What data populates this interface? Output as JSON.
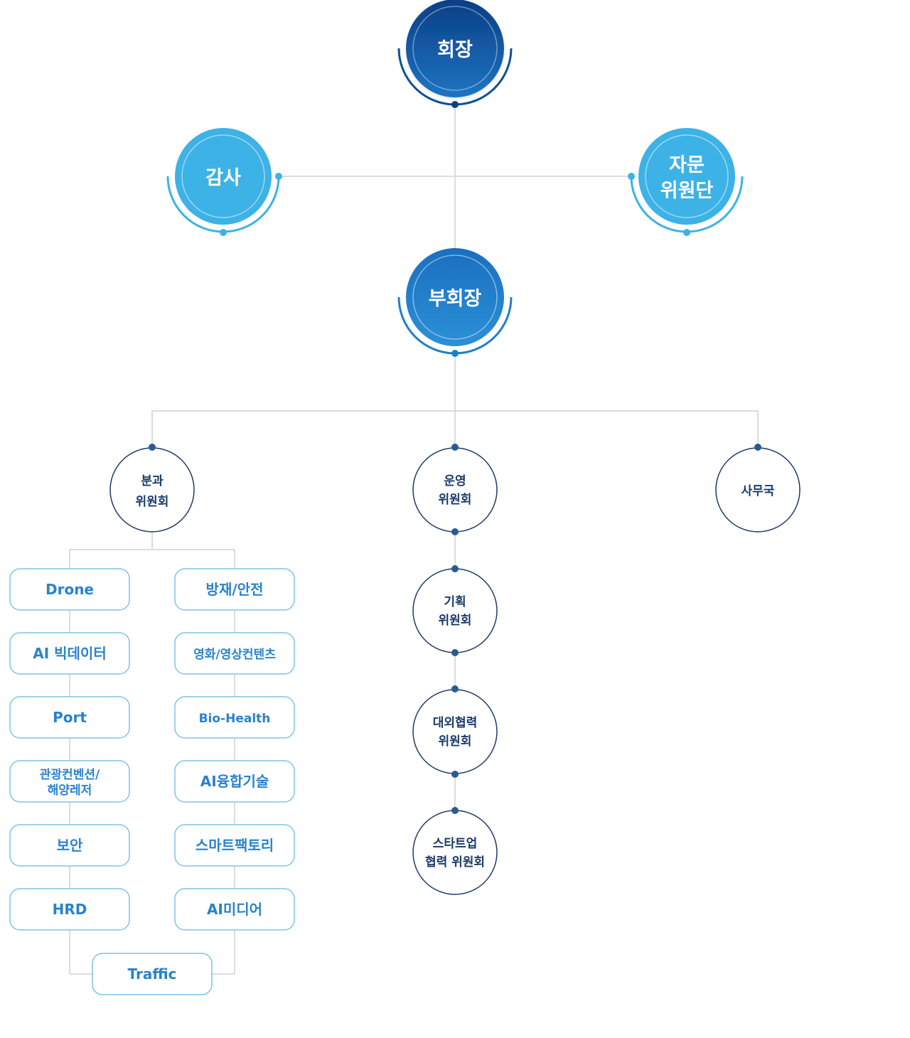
{
  "top": {
    "chairman": "회장",
    "auditor": "감사",
    "advisory": [
      "자문",
      "위원단"
    ],
    "vice_chairman": "부회장"
  },
  "middle": {
    "division": [
      "분과",
      "위원회"
    ],
    "operation": [
      "운영",
      "위원회"
    ],
    "secretariat": "사무국"
  },
  "operation_chain": [
    [
      "기획",
      "위원회"
    ],
    [
      "대외협력",
      "위원회"
    ],
    [
      "스타트업",
      "협력 위원회"
    ]
  ],
  "subcommittees_left": [
    "Drone",
    "AI 빅데이터",
    "Port",
    "관광컨벤션/\n해양레저",
    "보안",
    "HRD"
  ],
  "subcommittees_right": [
    "방재/안전",
    "영화/영상컨텐츠",
    "Bio-Health",
    "AI융합기술",
    "스마트팩토리",
    "AI미디어"
  ],
  "subcommittee_bottom": "Traffic",
  "colors": {
    "chairman": "#0f4f96",
    "vice_chairman": "#1f80c8",
    "light": "#3db2e6",
    "line": "#dcdcdc",
    "dot": "#2a5a92",
    "box_border": "#7cc4e8",
    "box_text": "#2a82cc"
  }
}
